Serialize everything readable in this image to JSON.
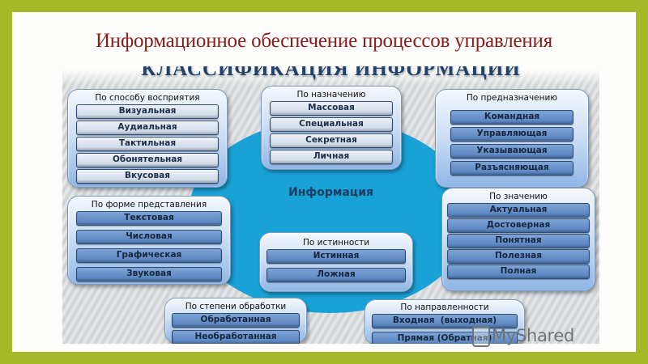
{
  "slide": {
    "title": "Информационное обеспечение процессов управления",
    "heading": "КЛАССИФИКАЦИЯ ИНФОРМАЦИИ",
    "center_label": "Информация",
    "watermark": "MyShared"
  },
  "colors": {
    "frame": "#a5b827",
    "title": "#8b1a1a",
    "heading": "#20426a",
    "ellipse": "#19a2d6",
    "item_light": "#d3dded",
    "item_dark": "#6990c9"
  },
  "groups": [
    {
      "id": "perception",
      "title": "По способу восприятия",
      "style": "light",
      "items": [
        "Визуальная",
        "Аудиальная",
        "Тактильная",
        "Обонятельная",
        "Вкусовая"
      ]
    },
    {
      "id": "purpose",
      "title": "По назначению",
      "style": "light",
      "items": [
        "Массовая",
        "Специальная",
        "Секретная",
        "Личная"
      ]
    },
    {
      "id": "destination",
      "title": "По предназначению",
      "style": "dark",
      "items": [
        "Командная",
        "Управляющая",
        "Указывающая",
        "Разъясняющая"
      ]
    },
    {
      "id": "form",
      "title": "По форме представления",
      "style": "dark",
      "items": [
        "Текстовая",
        "Числовая",
        "Графическая",
        "Звуковая"
      ]
    },
    {
      "id": "truth",
      "title": "По истинности",
      "style": "dark",
      "items": [
        "Истинная",
        "Ложная"
      ]
    },
    {
      "id": "value",
      "title": "По значению",
      "style": "dark",
      "items": [
        "Актуальная",
        "Достоверная",
        "Понятная",
        "Полезная",
        "Полная"
      ]
    },
    {
      "id": "processing",
      "title": "По степени обработки",
      "style": "dark",
      "items": [
        "Обработанная",
        "Необработанная"
      ]
    },
    {
      "id": "direction",
      "title": "По направленности",
      "style": "dark",
      "items": [
        "Входная  (выходная)",
        "Прямая (Обратная)"
      ]
    }
  ]
}
